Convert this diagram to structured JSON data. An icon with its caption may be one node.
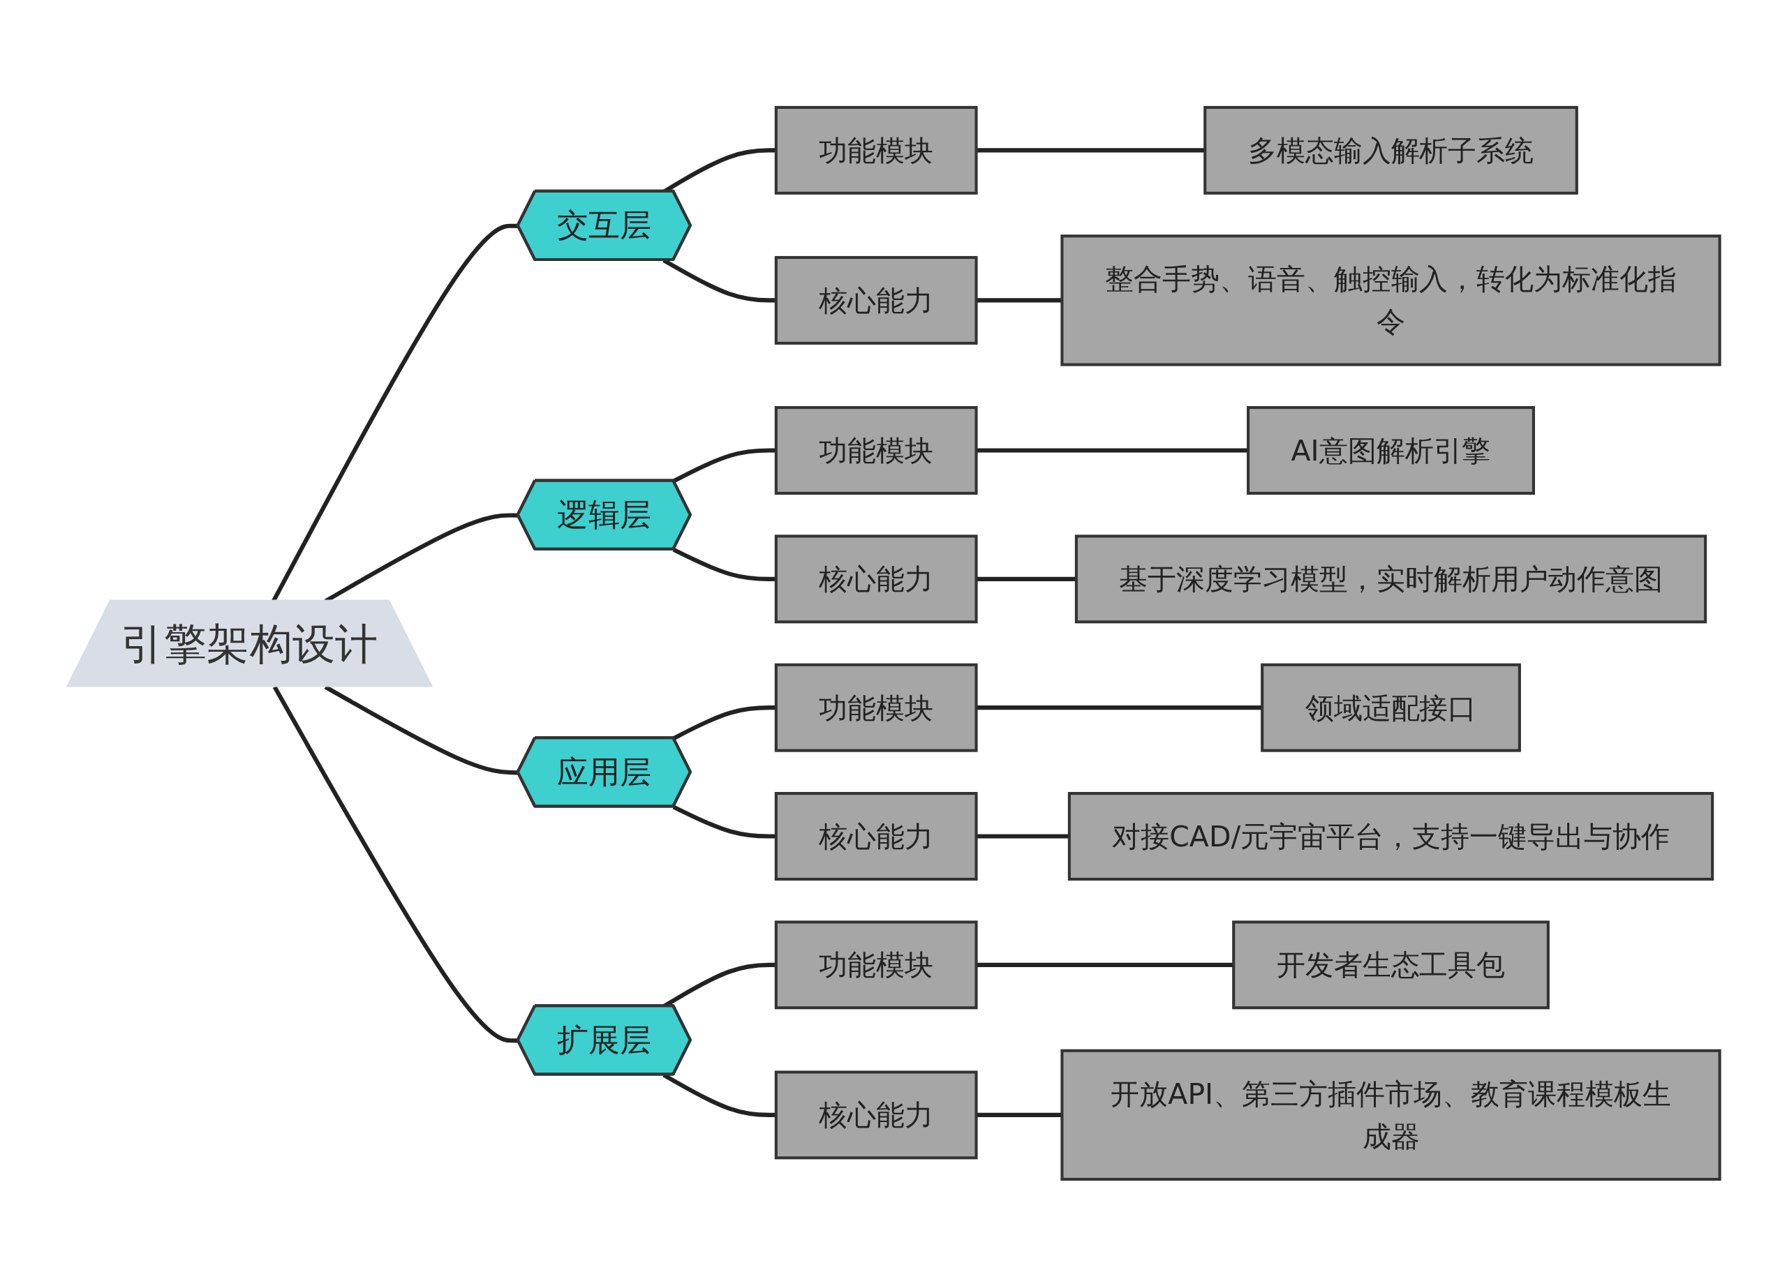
{
  "diagram": {
    "nodes": [
      {
        "text": [
          "引擎架构设计"
        ]
      },
      {
        "text": [
          "交互层"
        ]
      },
      {
        "text": [
          "功能模块"
        ]
      },
      {
        "text": [
          "多模态输入解析子系统"
        ]
      },
      {
        "text": [
          "核心能力"
        ]
      },
      {
        "text": [
          "整合手势、语音、触控输入，转化为标准化指令"
        ]
      },
      {
        "text": [
          "逻辑层"
        ]
      },
      {
        "text": [
          "功能模块"
        ]
      },
      {
        "text": [
          "AI意图解析引擎"
        ]
      },
      {
        "text": [
          "核心能力"
        ]
      },
      {
        "text": [
          "基于深度学习模型，实时解析用户动作意图"
        ]
      },
      {
        "text": [
          "应用层"
        ]
      },
      {
        "text": [
          "功能模块"
        ]
      },
      {
        "text": [
          "领域适配接口"
        ]
      },
      {
        "text": [
          "核心能力"
        ]
      },
      {
        "text": [
          "对接CAD/元宇宙平台，支持一键导出与协作"
        ]
      },
      {
        "text": [
          "扩展层"
        ]
      },
      {
        "text": [
          "功能模块"
        ]
      },
      {
        "text": [
          "开发者生态工具包"
        ]
      },
      {
        "text": [
          "核心能力"
        ]
      },
      {
        "text": [
          "开放API、第三方插件市场、教育课程模板生成器"
        ]
      }
    ],
    "edges": [
      {
        "from": 0,
        "to": 1,
        "arrow": "none"
      },
      {
        "from": 1,
        "to": 2,
        "arrow": "none"
      },
      {
        "from": 2,
        "to": 3,
        "arrow": "none"
      },
      {
        "from": 1,
        "to": 4,
        "arrow": "none"
      },
      {
        "from": 4,
        "to": 5,
        "arrow": "none"
      },
      {
        "from": 0,
        "to": 6,
        "arrow": "none"
      },
      {
        "from": 6,
        "to": 7,
        "arrow": "none"
      },
      {
        "from": 7,
        "to": 8,
        "arrow": "none"
      },
      {
        "from": 6,
        "to": 9,
        "arrow": "none"
      },
      {
        "from": 9,
        "to": 10,
        "arrow": "none"
      },
      {
        "from": 0,
        "to": 11,
        "arrow": "none"
      },
      {
        "from": 11,
        "to": 12,
        "arrow": "none"
      },
      {
        "from": 12,
        "to": 13,
        "arrow": "none"
      },
      {
        "from": 11,
        "to": 14,
        "arrow": "none"
      },
      {
        "from": 14,
        "to": 15,
        "arrow": "none"
      },
      {
        "from": 0,
        "to": 16,
        "arrow": "none"
      },
      {
        "from": 16,
        "to": 17,
        "arrow": "none"
      },
      {
        "from": 17,
        "to": 18,
        "arrow": "none"
      },
      {
        "from": 16,
        "to": 19,
        "arrow": "none"
      },
      {
        "from": 19,
        "to": 20,
        "arrow": "none"
      }
    ]
  }
}
